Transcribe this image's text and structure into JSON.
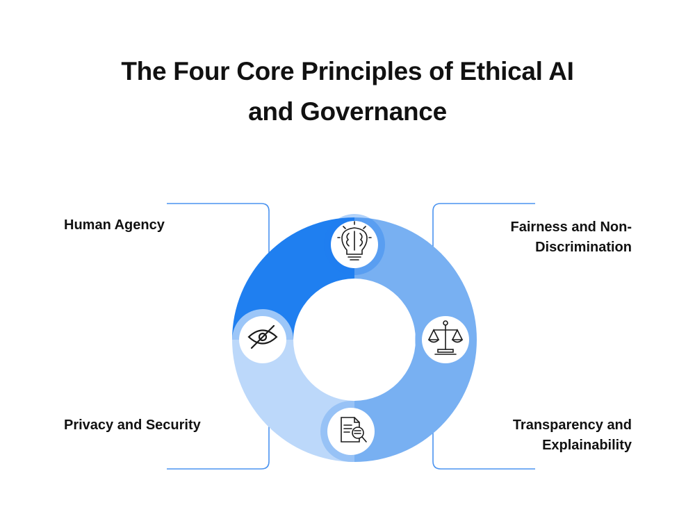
{
  "title": {
    "line1": "The Four Core Principles of Ethical AI",
    "line2": "and Governance"
  },
  "principles": {
    "human_agency": "Human Agency",
    "fairness_line1": "Fairness and Non-",
    "fairness_line2": "Discrimination",
    "transparency_line1": "Transparency and",
    "transparency_line2": "Explainability",
    "privacy": "Privacy and Security"
  },
  "colors": {
    "segment_top_left": "#1f7ff0",
    "segment_right": "#78b0f2",
    "segment_bottom_left": "#bcd8fa",
    "connector": "#4a93f0",
    "icon_stroke": "#1a1a1a"
  },
  "icons": {
    "top": "brain-lightbulb-icon",
    "right": "balance-scale-icon",
    "bottom": "document-search-icon",
    "left": "eye-slash-icon"
  }
}
